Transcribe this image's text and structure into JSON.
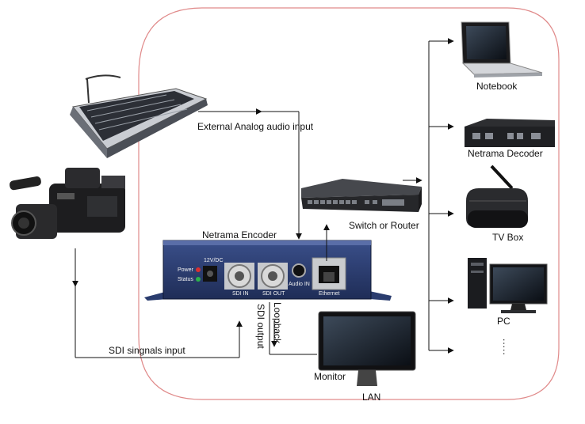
{
  "labels": {
    "external_audio": "External Analog audio input",
    "encoder": "Netrama Encoder",
    "switch": "Switch or Router",
    "sdi_input": "SDI singnals input",
    "sdi_output": "SDI output",
    "loopback": "Loopback",
    "monitor": "Monitor",
    "lan": "LAN",
    "notebook": "Notebook",
    "decoder": "Netrama Decoder",
    "tvbox": "TV Box",
    "pc": "PC",
    "more": "....."
  },
  "encoder_panel": {
    "dc": "12V/DC",
    "power": "Power",
    "status": "Status",
    "sdi_in": "SDI IN",
    "sdi_out": "SDI OUT",
    "audio_in": "Audio IN",
    "ethernet": "Ethernet"
  },
  "colors": {
    "lan_outline": "#e08a8a",
    "line": "#111111",
    "encoder_body": "#2a3c6e"
  }
}
